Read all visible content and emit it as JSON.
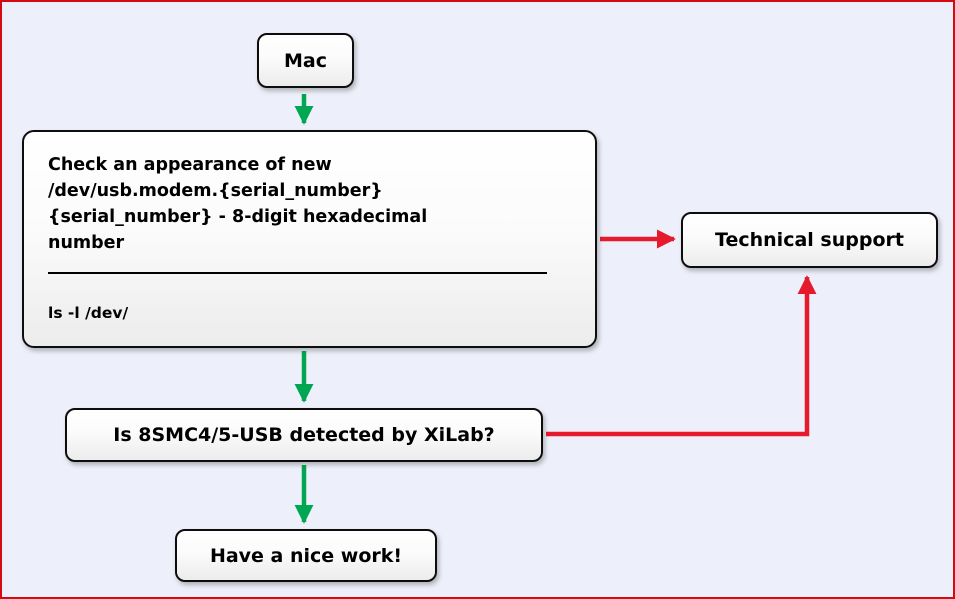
{
  "canvas": {
    "frame_color": "#d40b10",
    "background": "#edf0fa"
  },
  "colors": {
    "green_arrow": "#00a651",
    "red_arrow": "#e51a2c",
    "node_border": "#0d0d0d"
  },
  "nodes": {
    "mac": {
      "label": "Mac"
    },
    "check_appearance": {
      "text": "Check an appearance of new\n/dev/usb.modem.{serial_number}\n{serial_number} - 8-digit hexadecimal\nnumber",
      "command": "ls -l /dev/"
    },
    "technical_support": {
      "label": "Technical support"
    },
    "xilab_question": {
      "label": "Is 8SMC4/5-USB detected by XiLab?"
    },
    "have_nice_work": {
      "label": "Have a nice work!"
    }
  }
}
